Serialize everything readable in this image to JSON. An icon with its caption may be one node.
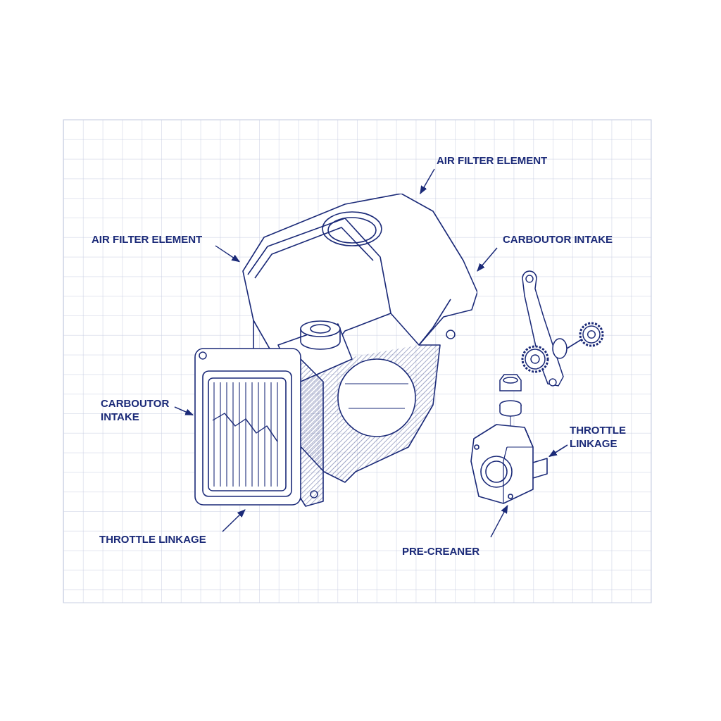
{
  "diagram": {
    "nodes": [
      {
        "text": [
          "AIR FILTER ELEMENT"
        ]
      },
      {
        "text": [
          "AIR FILTER ELEMENT"
        ]
      },
      {
        "text": [
          "CARBOUTOR INTAKE"
        ]
      },
      {
        "text": [],
        "shape": "picture"
      },
      {
        "text": [
          "CARBOUTOR INTAKE"
        ]
      },
      {
        "text": [],
        "shape": "picture"
      },
      {
        "text": [
          "THROTTLE LINKAGE"
        ]
      },
      {
        "text": [],
        "shape": "picture"
      },
      {
        "text": [
          "THROTTLE LINKAGE"
        ]
      },
      {
        "text": [
          "PRE-CREANER"
        ]
      }
    ],
    "edges": [
      {
        "from": 0,
        "to": 3,
        "arrow": "to"
      },
      {
        "from": 1,
        "to": 3,
        "arrow": "to"
      },
      {
        "from": 2,
        "to": 3,
        "arrow": "to"
      },
      {
        "from": 4,
        "to": 5,
        "arrow": "to"
      },
      {
        "from": 8,
        "to": 5,
        "arrow": "to"
      },
      {
        "from": 9,
        "to": 7,
        "arrow": "to"
      },
      {
        "from": 6,
        "to": 7,
        "arrow": "to"
      }
    ]
  }
}
